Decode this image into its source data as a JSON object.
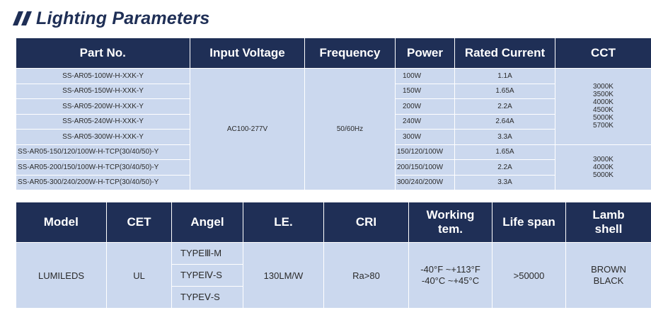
{
  "title": "Lighting Parameters",
  "top_table": {
    "headers": [
      "Part No.",
      "Input Voltage",
      "Frequency",
      "Power",
      "Rated Current",
      "CCT"
    ],
    "rows": [
      {
        "part": "SS-AR05-100W-H-XXK-Y",
        "power": "100W",
        "current": "1.1A"
      },
      {
        "part": "SS-AR05-150W-H-XXK-Y",
        "power": "150W",
        "current": "1.65A"
      },
      {
        "part": "SS-AR05-200W-H-XXK-Y",
        "power": "200W",
        "current": "2.2A"
      },
      {
        "part": "SS-AR05-240W-H-XXK-Y",
        "power": "240W",
        "current": "2.64A"
      },
      {
        "part": "SS-AR05-300W-H-XXK-Y",
        "power": "300W",
        "current": "3.3A"
      },
      {
        "part": "SS-AR05-150/120/100W-H-TCP(30/40/50)-Y",
        "power": "150/120/100W",
        "current": "1.65A"
      },
      {
        "part": "SS-AR05-200/150/100W-H-TCP(30/40/50)-Y",
        "power": "200/150/100W",
        "current": "2.2A"
      },
      {
        "part": "SS-AR05-300/240/200W-H-TCP(30/40/50)-Y",
        "power": "300/240/200W",
        "current": "3.3A"
      }
    ],
    "input_voltage": "AC100-277V",
    "frequency": "50/60Hz",
    "cct_group1": [
      "3000K",
      "3500K",
      "4000K",
      "4500K",
      "5000K",
      "5700K"
    ],
    "cct_group2": [
      "3000K",
      "4000K",
      "5000K"
    ]
  },
  "bottom_table": {
    "headers": {
      "model": "Model",
      "cet": "CET",
      "angel": "Angel",
      "le": "LE.",
      "cri": "CRI",
      "working_line1": "Working",
      "working_line2": "tem.",
      "life": "Life span",
      "lamb_line1": "Lamb",
      "lamb_line2": "shell"
    },
    "model": "LUMILEDS",
    "cet": "UL",
    "angel": [
      "TYPEⅢ-M",
      "TYPEⅣ-S",
      "TYPEⅤ-S"
    ],
    "le": "130LM/W",
    "cri": "Ra>80",
    "working_temp": [
      "-40°F ~+113°F",
      "-40°C ~+45°C"
    ],
    "life_span": ">50000",
    "lamb_shell": [
      "BROWN",
      "BLACK"
    ]
  },
  "colors": {
    "header_bg": "#1f2f56",
    "cell_bg": "#cbd8ee",
    "title": "#1f2f56"
  }
}
